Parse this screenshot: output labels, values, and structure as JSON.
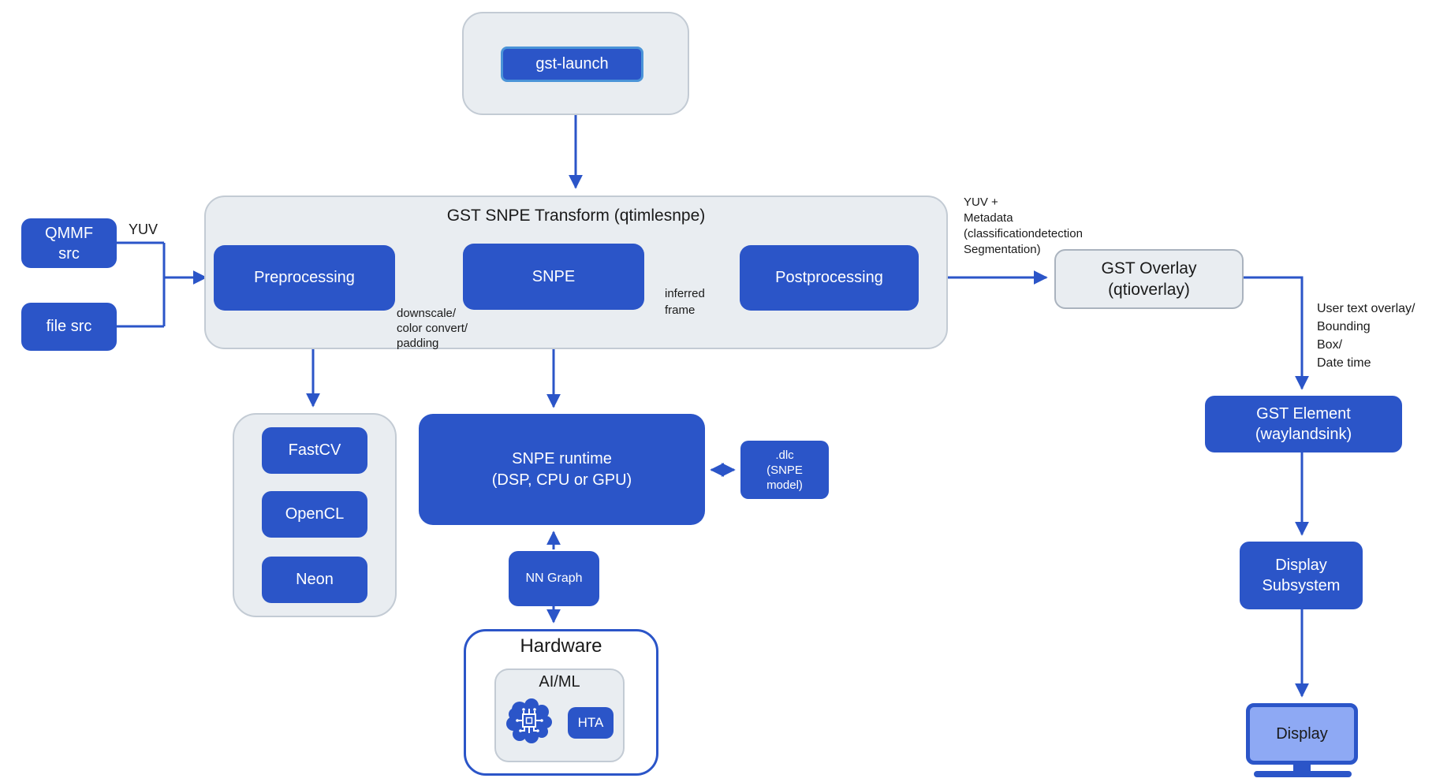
{
  "colors": {
    "accent": "#2B55C8",
    "container_fill": "#E9EDF1",
    "container_border": "#C3CBD4",
    "overlay_border": "#AAB3BE",
    "launch_border": "#4B94D8",
    "screen_fill": "#8EA9F4",
    "text_dark": "#1A1A1A",
    "text_light": "#FFFFFF"
  },
  "nodes": {
    "gst_launch": "gst-launch",
    "transform_title": "GST SNPE Transform (qtimlesnpe)",
    "preprocessing": "Preprocessing",
    "snpe": "SNPE",
    "postprocessing": "Postprocessing",
    "qmmf_src": "QMMF src",
    "file_src": "file src",
    "fastcv": "FastCV",
    "opencl": "OpenCL",
    "neon": "Neon",
    "snpe_runtime": [
      "SNPE runtime",
      "(DSP, CPU or GPU)"
    ],
    "dlc": [
      ".dlc",
      "(SNPE",
      "model)"
    ],
    "nn_graph": "NN Graph",
    "hardware": "Hardware",
    "aiml": "AI/ML",
    "hta": "HTA",
    "gst_overlay": [
      "GST Overlay",
      "(qtioverlay)"
    ],
    "gst_element": [
      "GST Element",
      "(waylandsink)"
    ],
    "display_subsystem": [
      "Display",
      "Subsystem"
    ],
    "display": "Display"
  },
  "annotations": {
    "yuv": "YUV",
    "downscale": [
      "downscale/",
      "color convert/",
      "padding"
    ],
    "inferred": [
      "inferred",
      "frame"
    ],
    "yuv_metadata": [
      "YUV +",
      "Metadata",
      "(classificationdetection",
      "Segmentation)"
    ],
    "overlay_out": [
      "User text overlay/",
      "Bounding",
      "Box/",
      "Date time"
    ]
  },
  "icons": {
    "brain": "brain-circuit-icon",
    "monitor": "display-monitor-icon"
  }
}
